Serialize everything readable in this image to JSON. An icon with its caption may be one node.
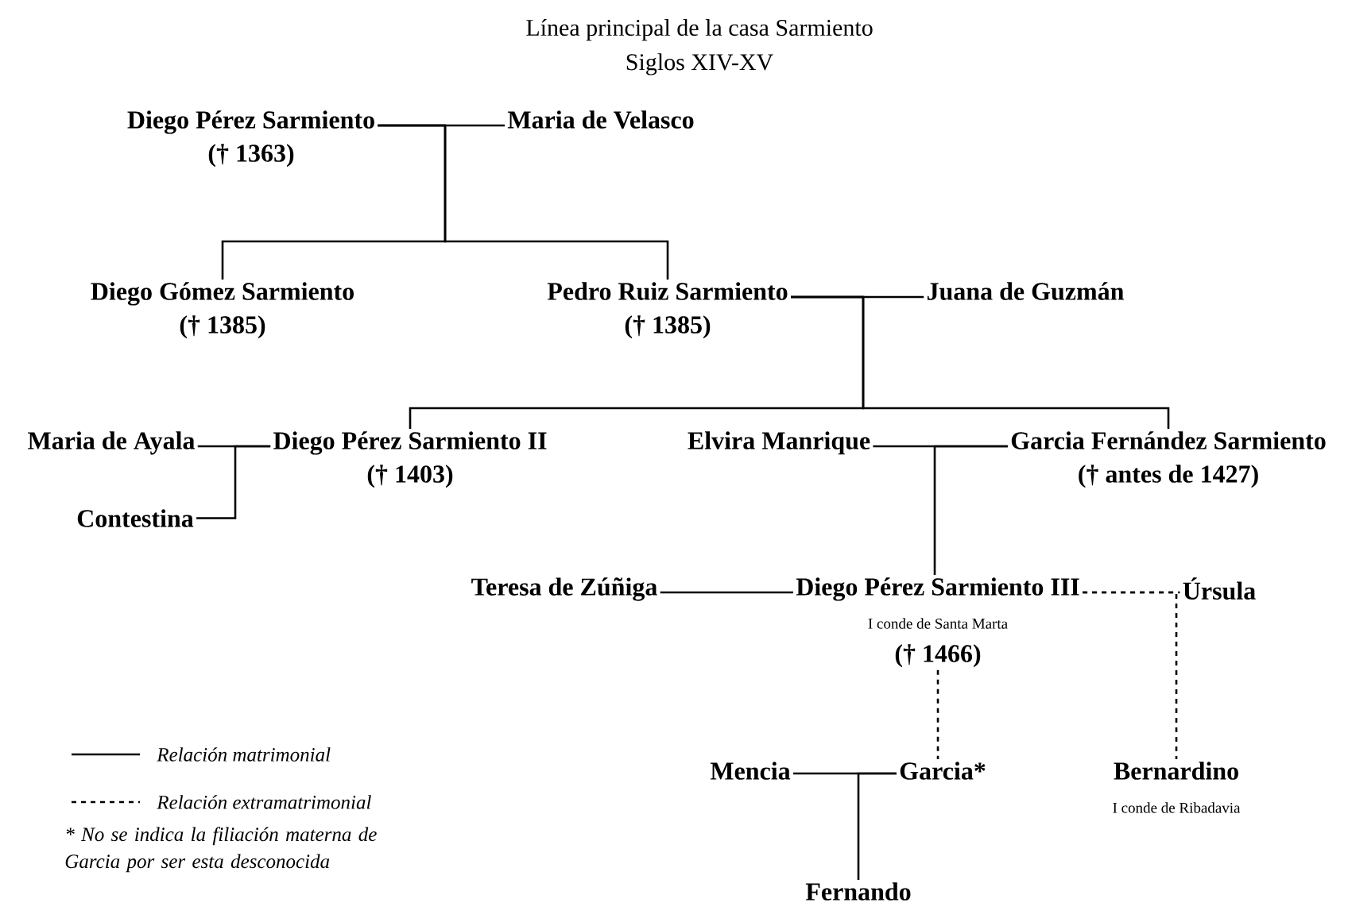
{
  "diagram": {
    "title": "Línea principal de la casa Sarmiento",
    "nodes": [
      {
        "text": [
          "Diego Pérez Sarmiento",
          "(† 1363)"
        ]
      },
      {
        "text": [
          "Maria de Velasco"
        ]
      },
      {
        "text": [
          "Diego Gómez Sarmiento",
          "(† 1385)"
        ]
      },
      {
        "text": [
          "Pedro Ruiz Sarmiento",
          "(† 1385)"
        ]
      },
      {
        "text": [
          "Juana de Guzmán"
        ]
      },
      {
        "text": [
          "Maria de Ayala"
        ]
      },
      {
        "text": [
          "Diego Pérez Sarmiento II",
          "(† 1403)"
        ]
      },
      {
        "text": [
          "Elvira Manrique"
        ]
      },
      {
        "text": [
          "Garcia Fernández Sarmiento",
          "(† antes de 1427)"
        ]
      },
      {
        "text": [
          "Contestina"
        ]
      },
      {
        "text": [
          "Teresa de Zúñiga"
        ]
      },
      {
        "text": [
          "Diego Pérez Sarmiento III",
          "I conde de Santa Marta",
          "(† 1466)"
        ]
      },
      {
        "text": [
          "Úrsula"
        ]
      },
      {
        "text": [
          "Mencia"
        ]
      },
      {
        "text": [
          "Garcia*"
        ]
      },
      {
        "text": [
          "Bernardino",
          "I conde de Ribadavia"
        ]
      },
      {
        "text": [
          "Fernando"
        ]
      }
    ],
    "edges": [
      {
        "from": 0,
        "to": 1,
        "arrow": "none"
      },
      {
        "from": 0,
        "to": 2,
        "arrow": "none"
      },
      {
        "from": 0,
        "to": 3,
        "arrow": "none"
      },
      {
        "from": 3,
        "to": 4,
        "arrow": "none"
      },
      {
        "from": 3,
        "to": 6,
        "arrow": "none"
      },
      {
        "from": 3,
        "to": 8,
        "arrow": "none"
      },
      {
        "from": 5,
        "to": 6,
        "arrow": "none"
      },
      {
        "from": 9,
        "to": 6,
        "arrow": "none"
      },
      {
        "from": 7,
        "to": 8,
        "arrow": "none"
      },
      {
        "from": 8,
        "to": 11,
        "arrow": "none"
      },
      {
        "from": 10,
        "to": 11,
        "arrow": "none"
      },
      {
        "from": 11,
        "to": 12,
        "arrow": "none",
        "style": "dashed"
      },
      {
        "from": 11,
        "to": 15,
        "arrow": "none",
        "style": "dashed"
      },
      {
        "from": 11,
        "to": 14,
        "arrow": "none",
        "style": "dashed"
      },
      {
        "from": 13,
        "to": 14,
        "arrow": "none"
      },
      {
        "from": 14,
        "to": 16,
        "arrow": "none"
      }
    ],
    "labels": [
      "Siglos XIV-XV",
      "* No se indica la filiación materna de Garcia por ser esta desconocida"
    ],
    "legend": [
      {
        "text": "Relación matrimonial"
      },
      {
        "text": "Relación extramatrimonial"
      }
    ]
  }
}
